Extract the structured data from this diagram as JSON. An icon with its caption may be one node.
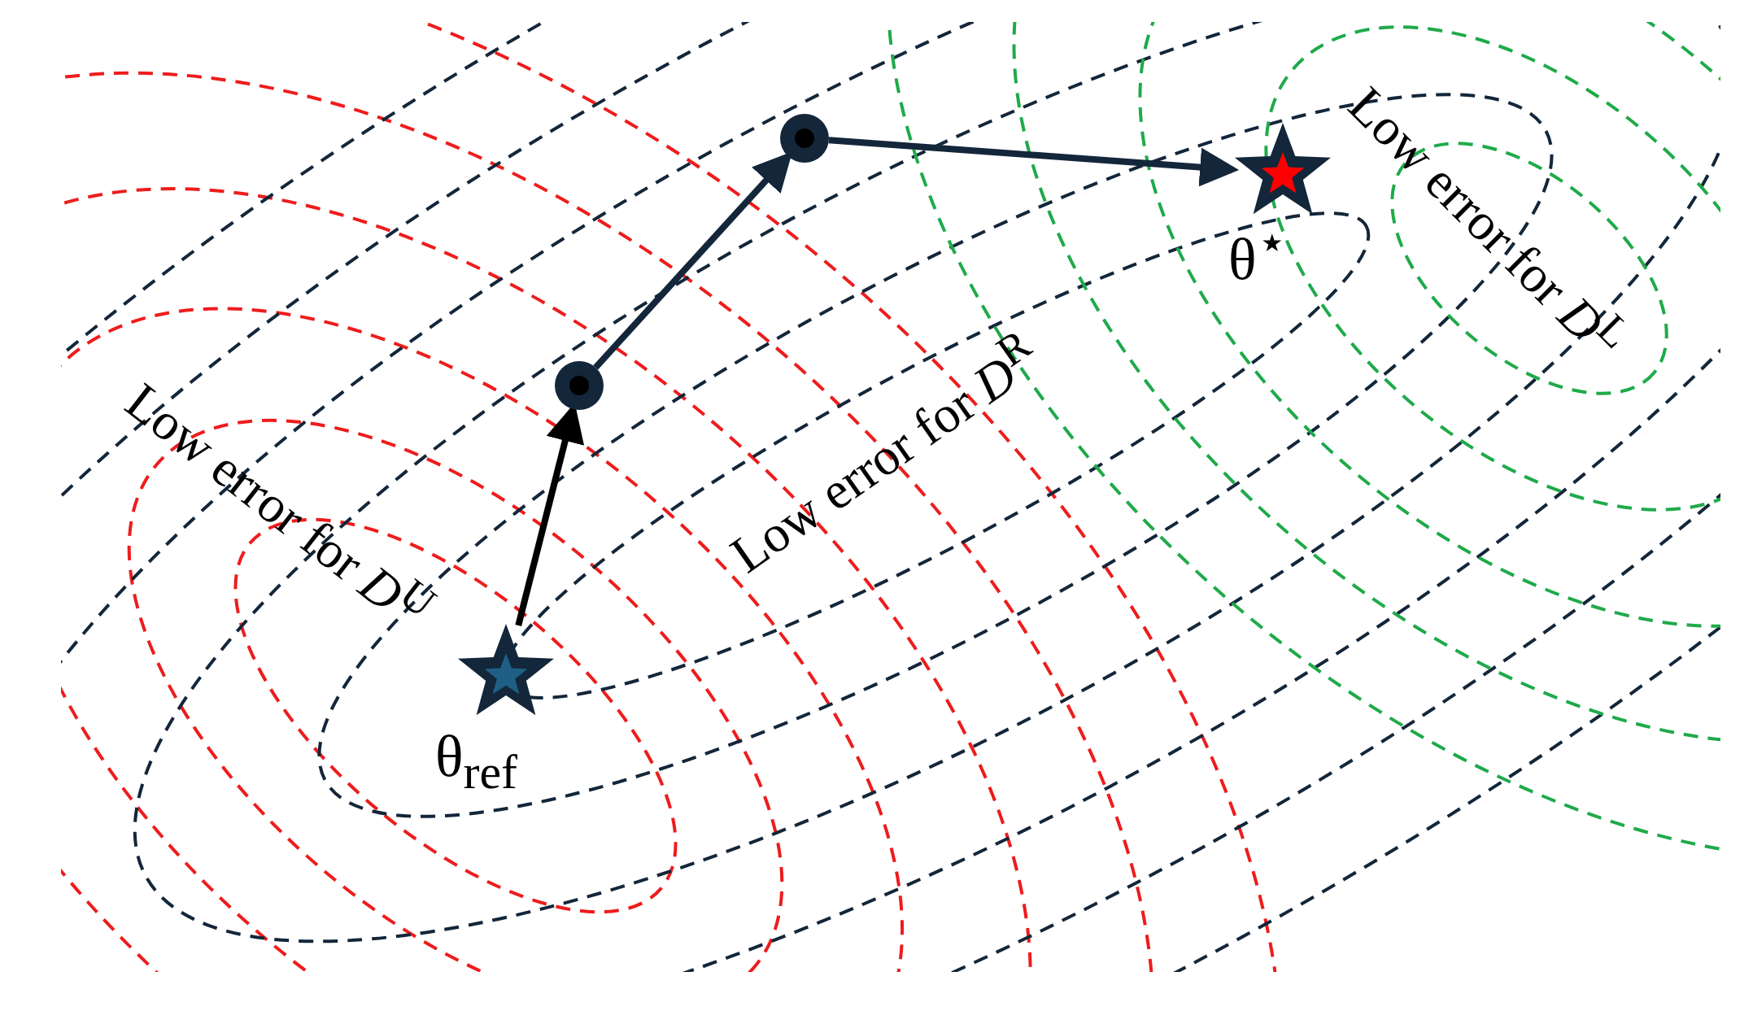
{
  "diagram": {
    "nodes": [
      {
        "text": [],
        "shape": "star",
        "beside": [
          "θ$_{ref}$"
        ]
      },
      {
        "text": [],
        "shape": "circle"
      },
      {
        "text": [],
        "shape": "circle"
      },
      {
        "text": [],
        "shape": "star",
        "beside": [
          "θ$^{⋆}$"
        ]
      }
    ],
    "edges": [
      {
        "from": 0,
        "to": 1,
        "arrow": "to",
        "color": "#000000"
      },
      {
        "from": 1,
        "to": 2,
        "arrow": "to"
      },
      {
        "from": 2,
        "to": 3,
        "arrow": "to"
      }
    ],
    "labels": [
      "Low error for *D*$^{U}$",
      "Low error for *D*$^{R}$",
      "Low error for *D*$^{L}$"
    ]
  }
}
